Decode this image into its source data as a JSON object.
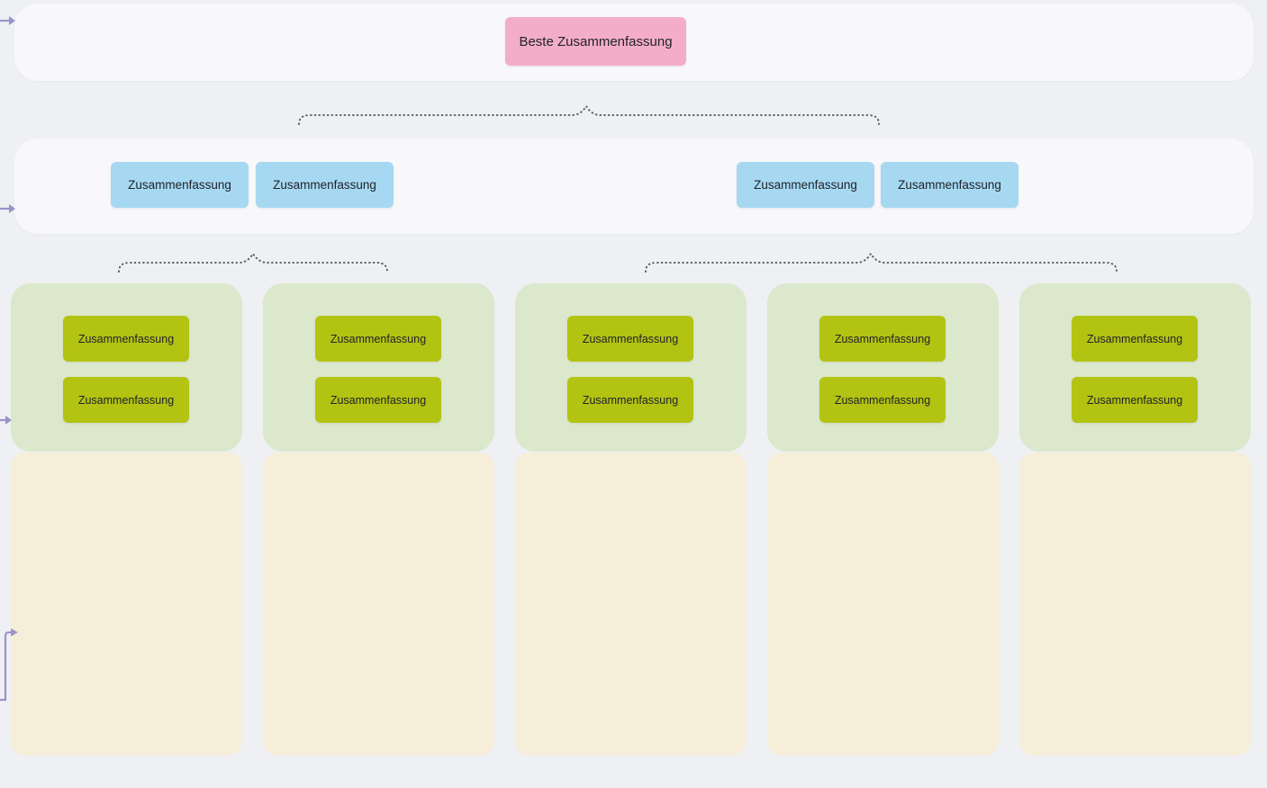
{
  "diagram_title": "recursive-summarization-diagram",
  "colors": {
    "page_bg": "#eef0f3",
    "panel_bg": "#f8f8fa",
    "root_box": "#f4adc6",
    "summary_box": "#a6d8f2",
    "group_bg": "#dbe8cc",
    "chunk_box": "#b3c311",
    "source_col": "#f6eed9",
    "arrow": "#9a94c9",
    "brace": "#5e5e5e",
    "text_dark": "#20242a"
  },
  "root": {
    "label": "Beste Zusammenfassung"
  },
  "level1": {
    "boxes": [
      {
        "label": "Zusammenfassung"
      },
      {
        "label": "Zusammenfassung"
      },
      {
        "label": "Zusammenfassung"
      },
      {
        "label": "Zusammenfassung"
      }
    ]
  },
  "level2": {
    "groups": [
      {
        "boxes": [
          {
            "label": "Zusammenfassung"
          },
          {
            "label": "Zusammenfassung"
          }
        ]
      },
      {
        "boxes": [
          {
            "label": "Zusammenfassung"
          },
          {
            "label": "Zusammenfassung"
          }
        ]
      },
      {
        "boxes": [
          {
            "label": "Zusammenfassung"
          },
          {
            "label": "Zusammenfassung"
          }
        ]
      },
      {
        "boxes": [
          {
            "label": "Zusammenfassung"
          },
          {
            "label": "Zusammenfassung"
          }
        ]
      },
      {
        "boxes": [
          {
            "label": "Zusammenfassung"
          },
          {
            "label": "Zusammenfassung"
          }
        ]
      }
    ]
  },
  "icons": {
    "flow_arrows": "right-arrow",
    "connector": "elbow-arrow",
    "braces": "dotted-curly-brace"
  }
}
